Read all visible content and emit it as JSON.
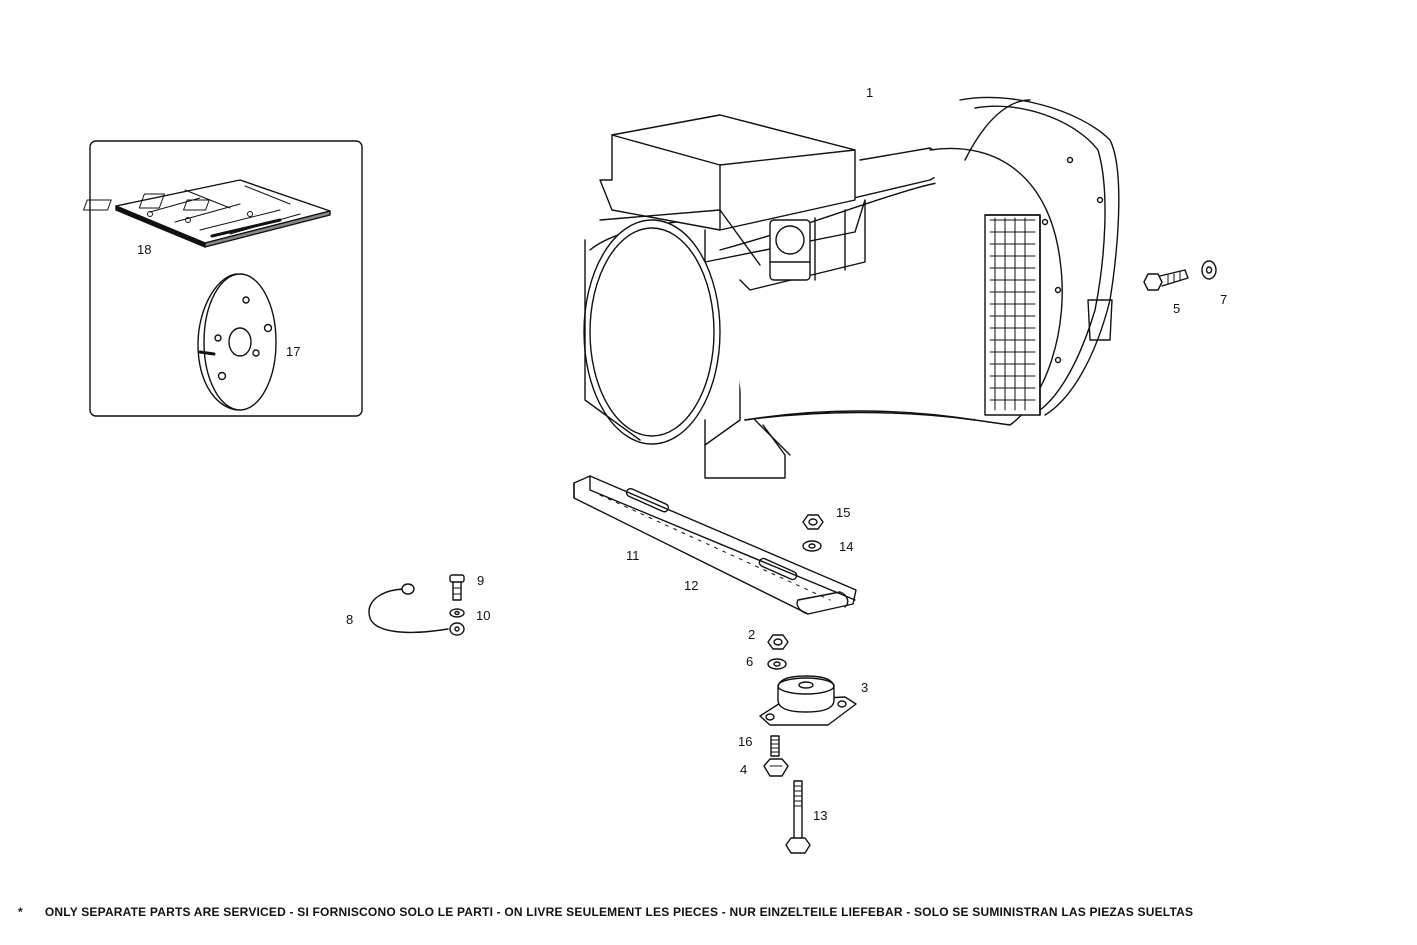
{
  "labels": {
    "p1": "1",
    "p2": "2",
    "p3": "3",
    "p4": "4",
    "p5": "5",
    "p6": "6",
    "p7": "7",
    "p8": "8",
    "p9": "9",
    "p10": "10",
    "p11": "11",
    "p12": "12",
    "p13": "13",
    "p14": "14",
    "p15": "15",
    "p16": "16",
    "p17": "17",
    "p18": "18"
  },
  "footer": {
    "marker": "*",
    "text": "ONLY SEPARATE PARTS ARE SERVICED - SI FORNISCONO SOLO LE PARTI - ON LIVRE SEULEMENT LES PIECES - NUR EINZELTEILE LIEFEBAR - SOLO SE SUMINISTRAN LAS PIEZAS SUELTAS"
  }
}
